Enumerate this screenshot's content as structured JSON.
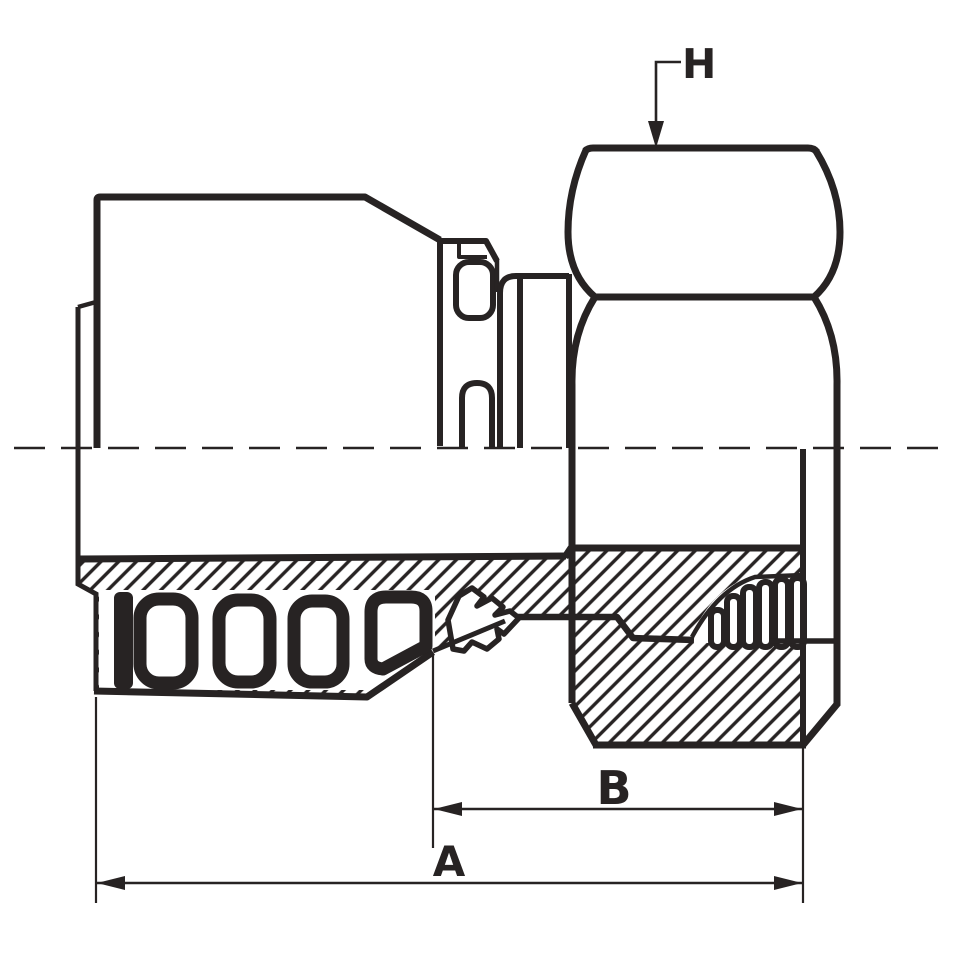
{
  "labels": {
    "h": "H",
    "b": "B",
    "a": "A"
  },
  "colors": {
    "ink": "#272323",
    "background": "#ffffff"
  }
}
